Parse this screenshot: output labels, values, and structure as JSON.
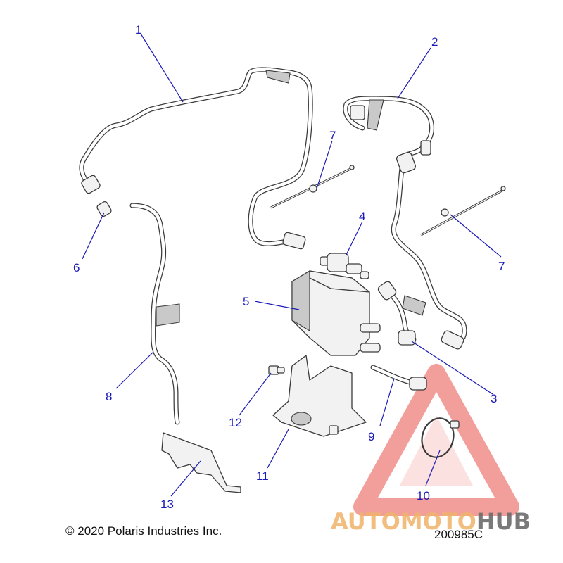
{
  "callouts": [
    "1",
    "2",
    "3",
    "4",
    "5",
    "6",
    "7",
    "7",
    "8",
    "9",
    "10",
    "11",
    "12",
    "13"
  ],
  "copyright": "© 2020 Polaris Industries Inc.",
  "diagram_code": "200985C",
  "watermark": {
    "auto": "AUTO",
    "moto": "MOTO",
    "hub": "HUB",
    "accent_color": "#e8524a"
  },
  "colors": {
    "callout": "#1a1ab8",
    "line": "#3a3a3a"
  }
}
